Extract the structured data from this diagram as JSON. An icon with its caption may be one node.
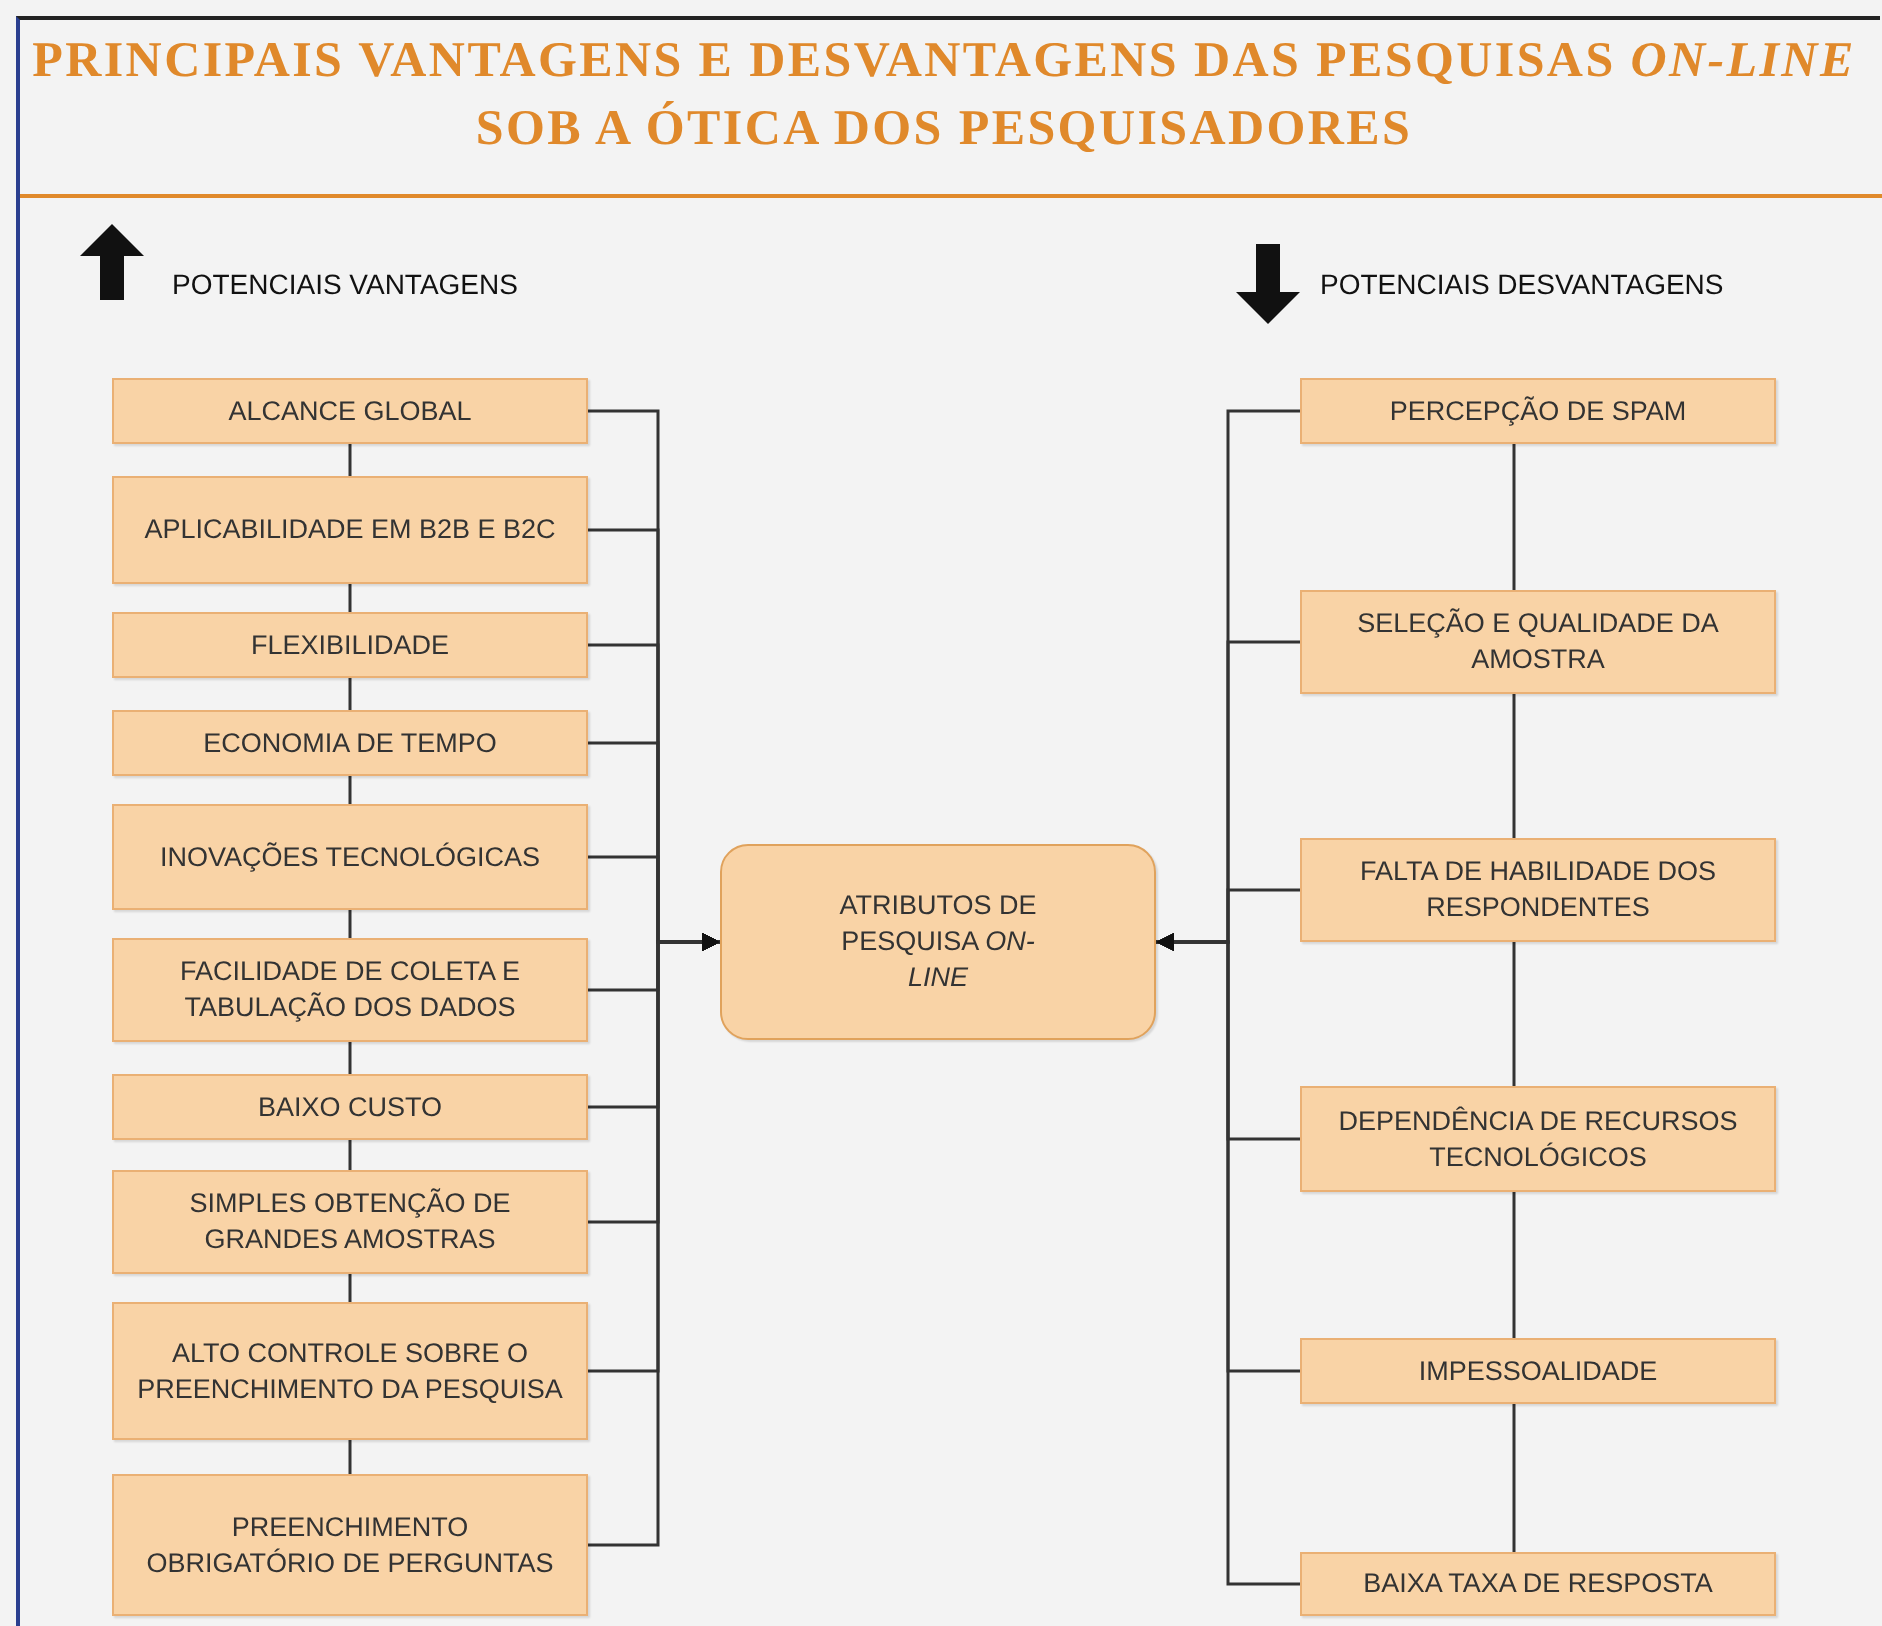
{
  "diagram": {
    "title": "PRINCIPAIS VANTAGENS E DESVANTAGENS DAS PESQUISAS *ON-LINE* SOB A ÓTICA DOS PESQUISADORES",
    "nodes": [
      {
        "text": [
          "ALCANCE GLOBAL"
        ]
      },
      {
        "text": [
          "APLICABILIDADE EM B2B E B2C"
        ]
      },
      {
        "text": [
          "FLEXIBILIDADE"
        ]
      },
      {
        "text": [
          "ECONOMIA DE TEMPO"
        ]
      },
      {
        "text": [
          "INOVAÇÕES TECNOLÓGICAS"
        ]
      },
      {
        "text": [
          "FACILIDADE DE COLETA E TABULAÇÃO DOS DADOS"
        ]
      },
      {
        "text": [
          "BAIXO CUSTO"
        ]
      },
      {
        "text": [
          "SIMPLES OBTENÇÃO DE GRANDES AMOSTRAS"
        ]
      },
      {
        "text": [
          "ALTO CONTROLE SOBRE O PREENCHIMENTO DA PESQUISA"
        ]
      },
      {
        "text": [
          "PREENCHIMENTO OBRIGATÓRIO DE PERGUNTAS"
        ]
      },
      {
        "text": [
          "ATRIBUTOS DE PESQUISA *ON-LINE*"
        ]
      },
      {
        "text": [
          "PERCEPÇÃO DE SPAM"
        ]
      },
      {
        "text": [
          "SELEÇÃO E QUALIDADE DA AMOSTRA"
        ]
      },
      {
        "text": [
          "FALTA DE HABILIDADE DOS RESPONDENTES"
        ]
      },
      {
        "text": [
          "DEPENDÊNCIA DE RECURSOS TECNOLÓGICOS"
        ]
      },
      {
        "text": [
          "IMPESSOALIDADE"
        ]
      },
      {
        "text": [
          "BAIXA TAXA DE RESPOSTA"
        ]
      }
    ],
    "edges": [
      {
        "from": 0,
        "to": 10,
        "arrow": "to"
      },
      {
        "from": 1,
        "to": 10,
        "arrow": "to"
      },
      {
        "from": 2,
        "to": 10,
        "arrow": "to"
      },
      {
        "from": 3,
        "to": 10,
        "arrow": "to"
      },
      {
        "from": 4,
        "to": 10,
        "arrow": "to"
      },
      {
        "from": 5,
        "to": 10,
        "arrow": "to"
      },
      {
        "from": 6,
        "to": 10,
        "arrow": "to"
      },
      {
        "from": 7,
        "to": 10,
        "arrow": "to"
      },
      {
        "from": 8,
        "to": 10,
        "arrow": "to"
      },
      {
        "from": 9,
        "to": 10,
        "arrow": "to"
      },
      {
        "from": 11,
        "to": 10,
        "arrow": "to"
      },
      {
        "from": 12,
        "to": 10,
        "arrow": "to"
      },
      {
        "from": 13,
        "to": 10,
        "arrow": "to"
      },
      {
        "from": 14,
        "to": 10,
        "arrow": "to"
      },
      {
        "from": 15,
        "to": 10,
        "arrow": "to"
      },
      {
        "from": 16,
        "to": 10,
        "arrow": "to"
      },
      {
        "from": 0,
        "to": 1,
        "arrow": "none"
      },
      {
        "from": 1,
        "to": 2,
        "arrow": "none"
      },
      {
        "from": 2,
        "to": 3,
        "arrow": "none"
      },
      {
        "from": 3,
        "to": 4,
        "arrow": "none"
      },
      {
        "from": 4,
        "to": 5,
        "arrow": "none"
      },
      {
        "from": 5,
        "to": 6,
        "arrow": "none"
      },
      {
        "from": 6,
        "to": 7,
        "arrow": "none"
      },
      {
        "from": 7,
        "to": 8,
        "arrow": "none"
      },
      {
        "from": 8,
        "to": 9,
        "arrow": "none"
      },
      {
        "from": 11,
        "to": 12,
        "arrow": "none"
      },
      {
        "from": 12,
        "to": 13,
        "arrow": "none"
      },
      {
        "from": 13,
        "to": 14,
        "arrow": "none"
      },
      {
        "from": 14,
        "to": 15,
        "arrow": "none"
      },
      {
        "from": 15,
        "to": 16,
        "arrow": "none"
      }
    ],
    "labels": [
      "POTENCIAIS VANTAGENS",
      "POTENCIAIS DESVANTAGENS"
    ]
  }
}
